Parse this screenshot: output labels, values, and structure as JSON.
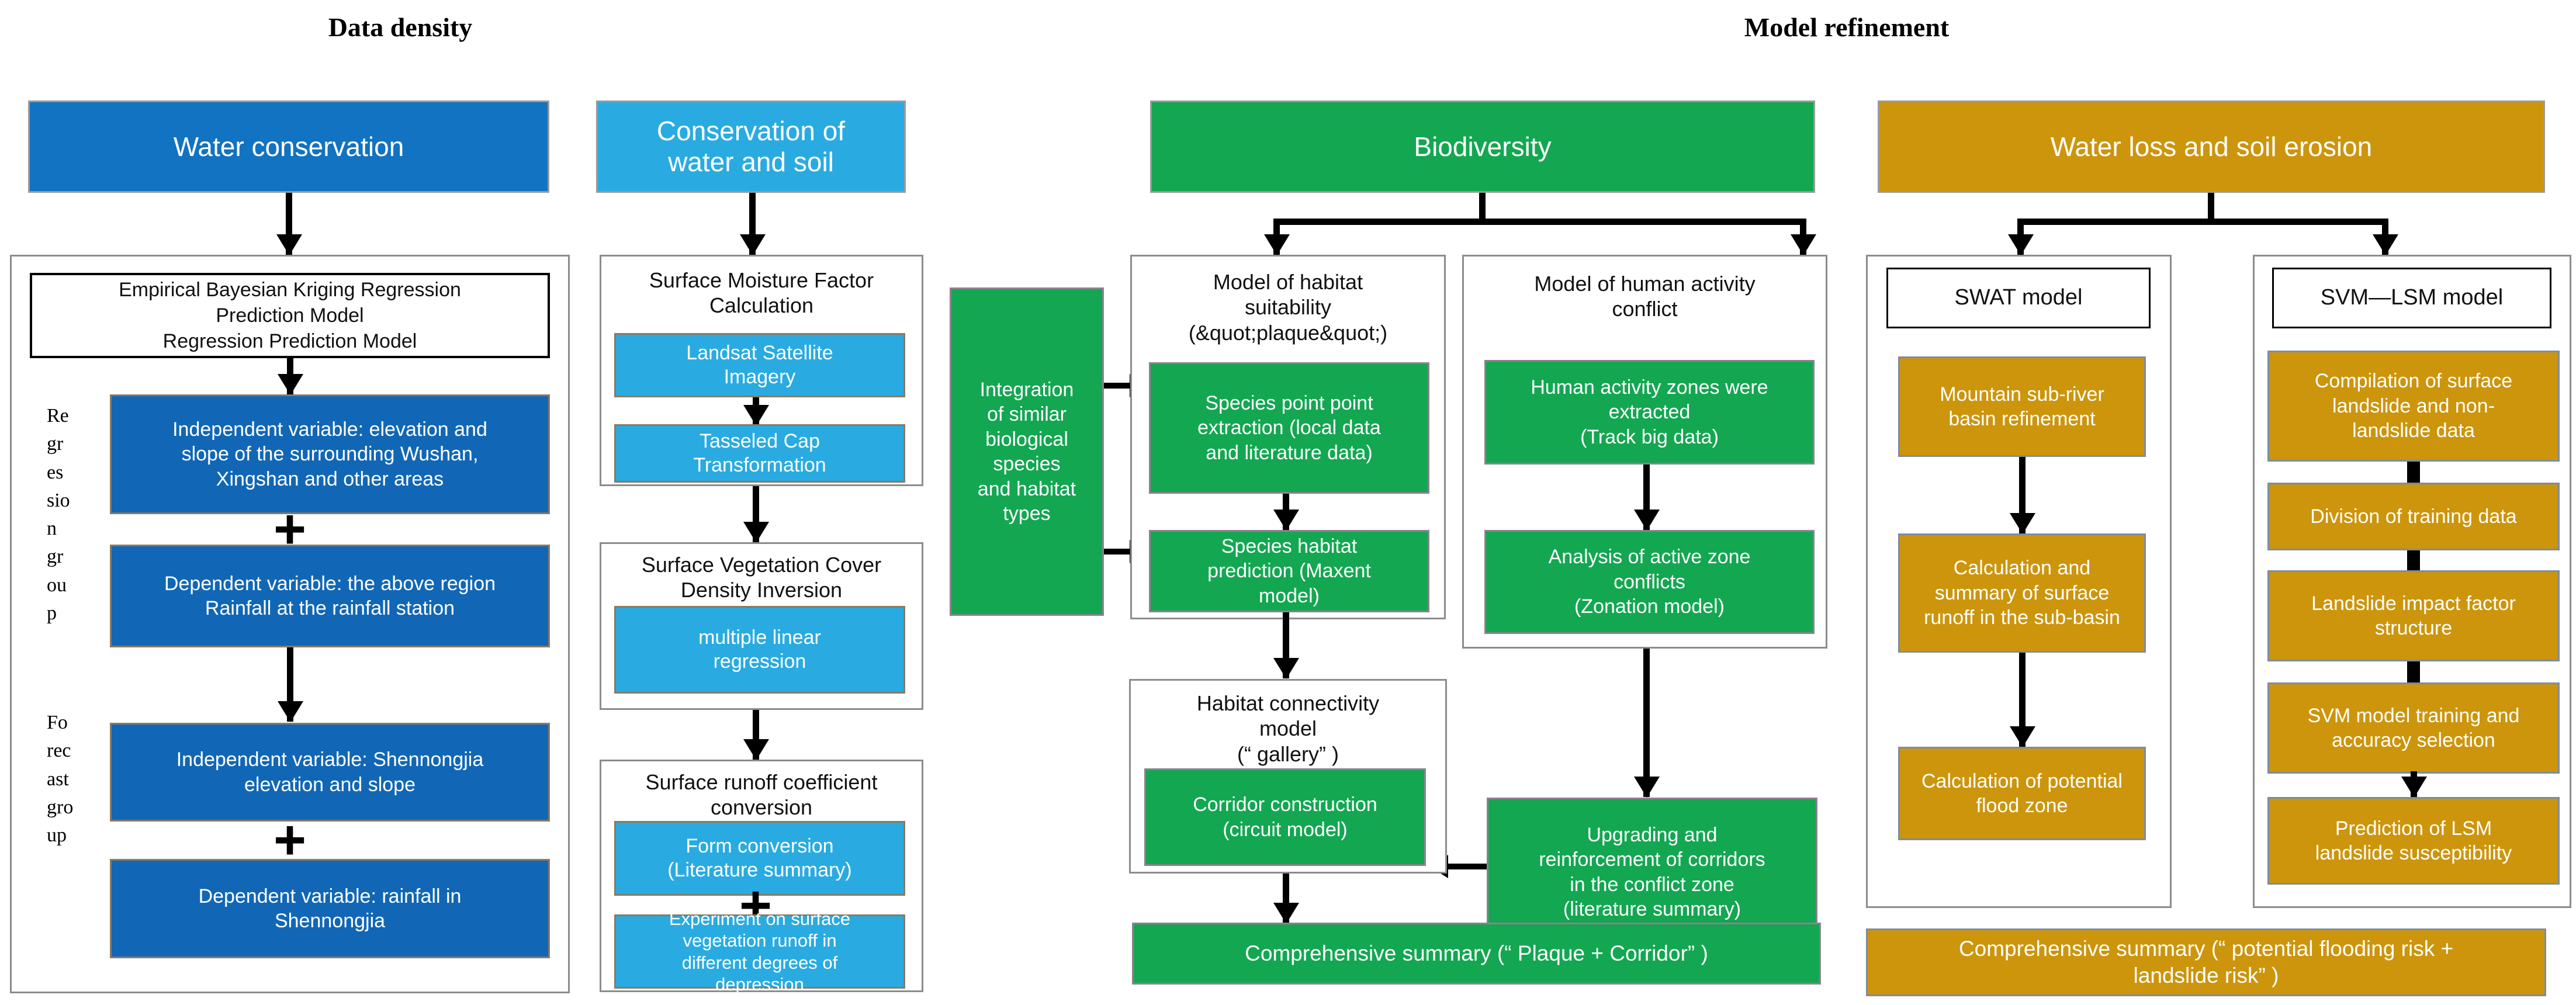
{
  "titles": {
    "left": "Data density",
    "right": "Model refinement"
  },
  "symbols": {
    "plus": "+"
  },
  "colors": {
    "dark_blue": "#1173C1",
    "light_blue": "#29ABE2",
    "green": "#13A751",
    "gold": "#CC950C"
  },
  "water_conservation": {
    "header": "Water conservation",
    "model_box": "Empirical Bayesian Kriging Regression\nPrediction Model\nRegression Prediction Model",
    "side_labels": {
      "regression": "Re\ngr\nes\nsio\nn\ngr\nou\np",
      "forecast": "Fo\nrec\nast\ngro\nup"
    },
    "steps": [
      "Independent variable: elevation and\nslope of the surrounding Wushan,\nXingshan and other areas",
      "Dependent variable: the above region\nRainfall at the rainfall station",
      "Independent variable: Shennongjia\nelevation and slope",
      "Dependent variable: rainfall in\nShennongjia"
    ]
  },
  "soil_water_conservation": {
    "header": "Conservation of\nwater and soil",
    "sections": [
      {
        "title": "Surface Moisture Factor\nCalculation",
        "steps": [
          "Landsat Satellite\nImagery",
          "Tasseled Cap\nTransformation"
        ]
      },
      {
        "title": "Surface Vegetation Cover\nDensity Inversion",
        "steps": [
          "multiple linear\nregression"
        ]
      },
      {
        "title": "Surface runoff coefficient\nconversion",
        "steps": [
          "Form conversion\n(Literature summary)",
          "Experiment on surface\nvegetation runoff in\ndifferent degrees of\ndepression"
        ]
      }
    ]
  },
  "biodiversity": {
    "header": "Biodiversity",
    "integration": "Integration\nof similar\nbiological\nspecies\nand habitat\ntypes",
    "habitat_suitability": {
      "title": "Model of habitat\nsuitability\n(&quot;plaque&quot;)",
      "steps": [
        "Species point point\nextraction (local data\nand literature data)",
        "Species habitat\nprediction (Maxent\nmodel)"
      ]
    },
    "human_activity": {
      "title": "Model of human activity\nconflict",
      "steps": [
        "Human activity zones were\nextracted\n(Track big data)",
        "Analysis of active zone\nconflicts\n(Zonation model)"
      ]
    },
    "connectivity": {
      "title": "Habitat connectivity\nmodel\n(“ gallery” )",
      "steps": [
        "Corridor construction\n(circuit model)"
      ]
    },
    "upgrading": "Upgrading and\nreinforcement of corridors\nin the conflict zone\n(literature summary)",
    "summary": "Comprehensive summary (“ Plaque + Corridor” )"
  },
  "water_loss": {
    "header": "Water loss and soil erosion",
    "swat": {
      "title": "SWAT model",
      "steps": [
        "Mountain sub-river\nbasin refinement",
        "Calculation and\nsummary of surface\nrunoff in the sub-basin",
        "Calculation of potential\nflood zone"
      ]
    },
    "svm": {
      "title": "SVM—LSM model",
      "steps": [
        "Compilation of surface\nlandslide and non-\nlandslide data",
        "Division of training data",
        "Landslide impact factor\nstructure",
        "SVM model training and\naccuracy selection",
        "Prediction of LSM\nlandslide susceptibility"
      ]
    },
    "summary": "Comprehensive summary (“ potential flooding risk +\nlandslide risk” )"
  }
}
